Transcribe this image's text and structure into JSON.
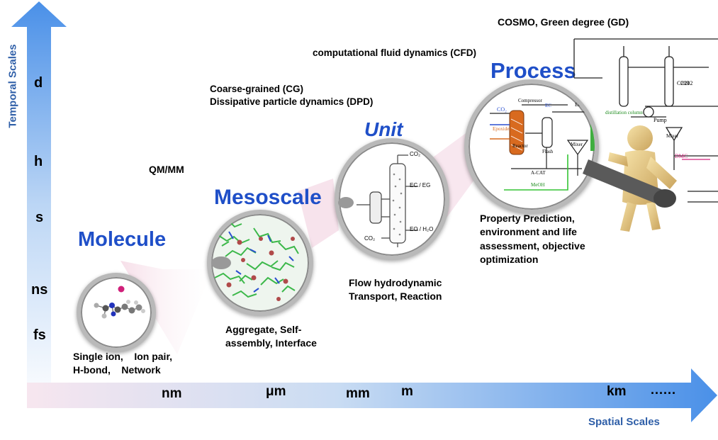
{
  "axes": {
    "y_label": "Temporal Scales",
    "x_label": "Spatial Scales",
    "y_ticks": [
      "d",
      "h",
      "s",
      "ns",
      "fs"
    ],
    "x_ticks": [
      "nm",
      "μm",
      "mm",
      "m",
      "km"
    ],
    "x_continuation": "......"
  },
  "stages": {
    "molecule": "Molecule",
    "mesoscale": "Mesoscale",
    "unit": "Unit",
    "process": "Process"
  },
  "methods": {
    "qmmm": "QM/MM",
    "cg_line1": "Coarse-grained (CG)",
    "cg_line2": "Dissipative particle dynamics (DPD)",
    "cfd": "computational fluid dynamics (CFD)",
    "cosmo": "COSMO, Green degree (GD)"
  },
  "notes": {
    "molecule_line1": "Single ion,    Ion pair,",
    "molecule_line2": "H-bond,    Network",
    "meso_line1": "Aggregate, Self-",
    "meso_line2": "assembly, Interface",
    "unit_line1": "Flow hydrodynamic",
    "unit_line2": "Transport, Reaction",
    "process_line1": "Property Prediction,",
    "process_line2": "environment and life",
    "process_line3": "assessment, objective",
    "process_line4": "optimization"
  },
  "unit_diagram": {
    "co2_top": "CO₂",
    "ec_eg": "EC / EG",
    "co2_bottom": "CO₂",
    "eo_h2o": "EO / H₂O"
  },
  "process_diagram": {
    "co2": "CO₂",
    "compressor": "Compressor",
    "ec": "EC",
    "epoxide": "Epoxide",
    "reactor": "Reactor",
    "flash": "Flash",
    "acat": "A-CAT",
    "meoh": "MeOH",
    "mixer1": "Mixer",
    "ec_cat": "EC Cat.",
    "c202": "C202",
    "c203": "C203",
    "distillation": "distillation column",
    "pump": "Pump",
    "mixer2": "Mixer",
    "dmc": "DMC"
  },
  "colors": {
    "axis_blue": "#4a90e8",
    "stage_blue": "#1f4fc8",
    "axis_label": "#2f5fa8"
  }
}
